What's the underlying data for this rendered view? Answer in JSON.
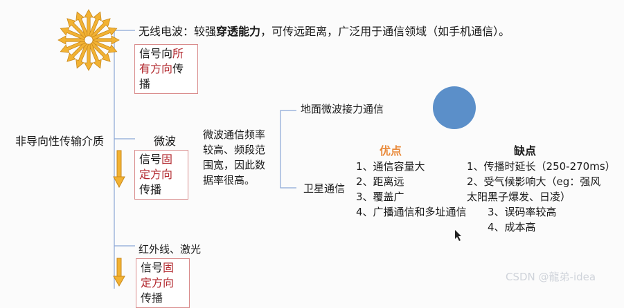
{
  "root": {
    "label": "非导向性传输介质"
  },
  "radio": {
    "label": "无线电波",
    "colon": "：",
    "desc_prefix": "较强",
    "desc_bold": "穿透能力",
    "desc_suffix": "，可传远距离，广泛用于通信领域（如手机通信）。",
    "box_pre": "信号向",
    "box_red": "所有方向",
    "box_post": "传播"
  },
  "microwave": {
    "label": "微波",
    "box_pre": "信号",
    "box_red": "固定方向",
    "box_post": "传播",
    "desc_lines": [
      "微波通信频率",
      "较高、频段范",
      "围宽，因此数",
      "据率很高。"
    ],
    "branches": {
      "ground": "地面微波接力通信",
      "satellite": "卫星通信"
    }
  },
  "satellite": {
    "pros_title": "优点",
    "cons_title": "缺点",
    "pros": [
      "1、通信容量大",
      "2、距离远",
      "3、覆盖广",
      "4、广播通信和多址通信"
    ],
    "cons": [
      "1、传播时延长（250-270ms）",
      "2、受气候影响大（eg：强风",
      "太阳黑子爆发、日凌）",
      "3、误码率较高",
      "4、成本高"
    ]
  },
  "infrared": {
    "label": "红外线、激光",
    "box_pre": "信号",
    "box_red": "固定方向",
    "box_post": "传播"
  },
  "colors": {
    "arrow": "#f2b233",
    "line": "#8aa6d6",
    "circle": "#5b8fc9",
    "accent": "#b2282e",
    "pros": "#e98a3b"
  },
  "watermark": "CSDN @龍弟-idea"
}
